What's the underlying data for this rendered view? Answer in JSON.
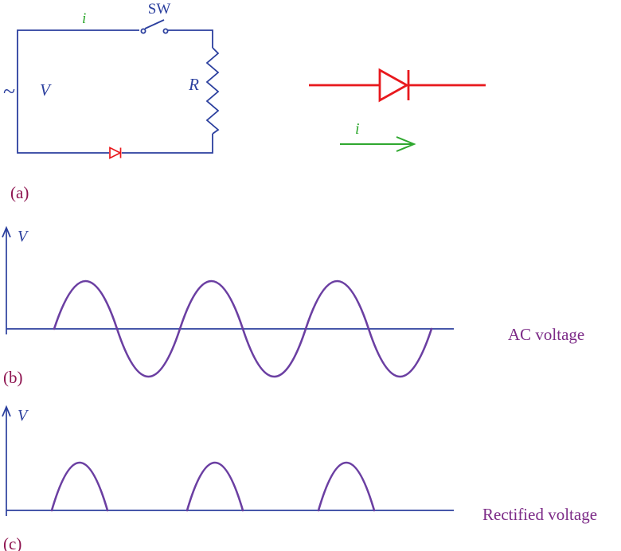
{
  "figure": {
    "captions": {
      "a": "(a)",
      "b": "(b)",
      "c": "(c)"
    }
  },
  "circuit": {
    "current_label": "i",
    "switch_label": "SW",
    "source_symbol": "~",
    "source_label": "V",
    "resistor_label": "R"
  },
  "diode_detail": {
    "current_label": "i"
  },
  "graph_ac": {
    "axis_label": "V",
    "title": "AC voltage"
  },
  "graph_rectified": {
    "axis_label": "V",
    "title": "Rectified voltage"
  },
  "colors": {
    "circuit_blue": "#2b3f9e",
    "diode_red": "#e8191d",
    "current_green": "#2fa82f",
    "wave_purple": "#6b3fa2",
    "caption_maroon": "#8e1450",
    "title_purple": "#7c2a87"
  },
  "chart_data": [
    {
      "type": "line",
      "title": "AC voltage",
      "ylabel": "V",
      "x_unit": "time",
      "cycles": 3,
      "amplitude_relative": 1,
      "description": "Sinusoidal AC input: three full cycles oscillating symmetrically above and below the zero axis."
    },
    {
      "type": "line",
      "title": "Rectified voltage",
      "ylabel": "V",
      "x_unit": "time",
      "cycles": 3,
      "amplitude_relative": 1,
      "description": "Half-wave rectified output: only the three positive half-cycles remain; negative half-cycles are blocked to zero."
    }
  ]
}
